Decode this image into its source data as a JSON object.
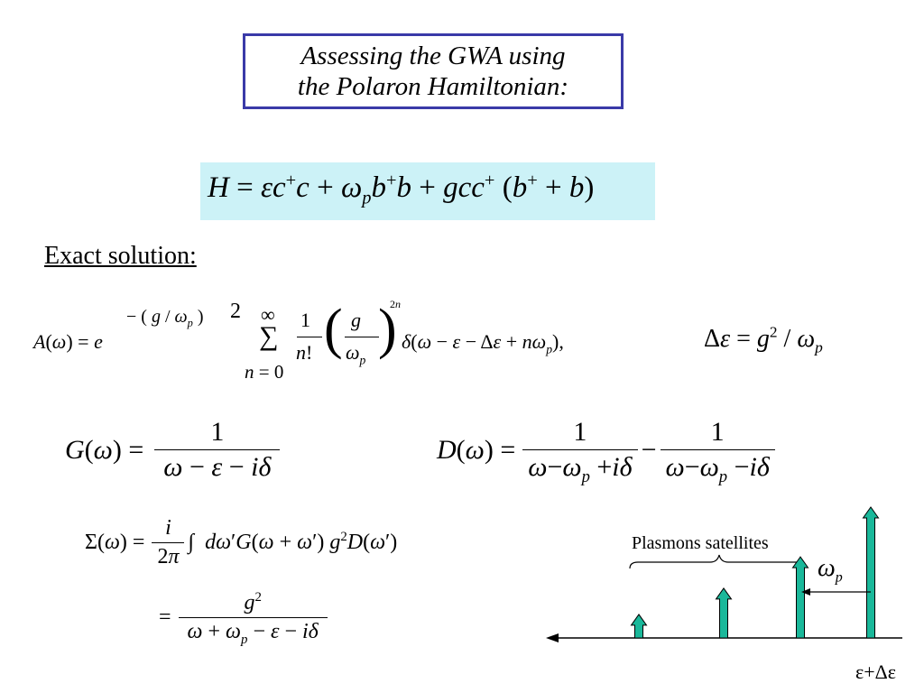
{
  "title": {
    "line1": "Assessing the GWA using",
    "line2": "the Polaron Hamiltonian:"
  },
  "section_heading": "Exact solution:",
  "equations": {
    "hamiltonian": "H = εc⁺c + ω_p b⁺b + gcc⁺(b⁺ + b)",
    "spectral_function": "A(ω) = e^{−(g/ω_p)²} Σ_{n=0}^{∞} (1/n!) (g/ω_p)^{2n} δ(ω − ε − Δε + nω_p),",
    "energy_shift": "Δε = g² / ω_p",
    "green_function": "G(ω) = 1 / (ω − ε − iδ)",
    "boson_propagator": "D(ω) = 1/(ω − ω_p + iδ) − 1/(ω − ω_p − iδ)",
    "self_energy": "Σ(ω) = (i/2π) ∫ dω′ G(ω + ω′) g² D(ω′)",
    "self_energy_result": "= g² / (ω + ω_p − ε − iδ)"
  },
  "diagram": {
    "satellites_label": "Plasmons satellites",
    "omega_label": "ω_p",
    "axis_label": "ε+Δε",
    "peak_color": "#1ab89a",
    "relative_heights": [
      0.18,
      0.38,
      0.62,
      1.0
    ]
  }
}
